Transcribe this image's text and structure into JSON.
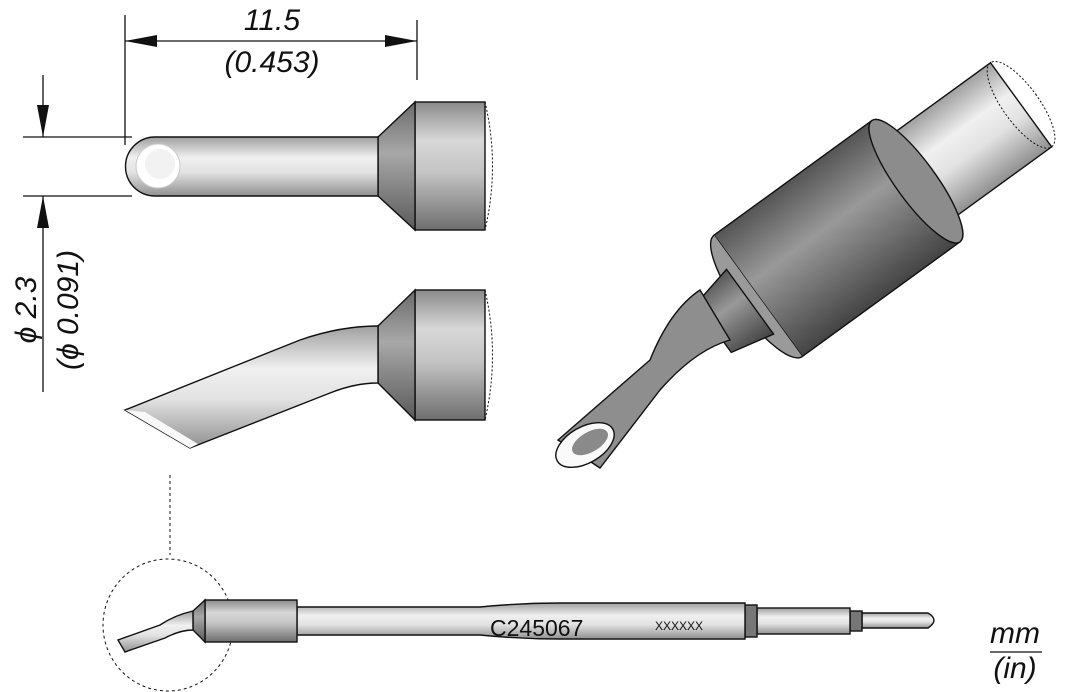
{
  "dimensions": {
    "length_mm": "11.5",
    "length_in": "(0.453)",
    "diameter_mm": "ϕ 2.3",
    "diameter_in": "(ϕ 0.091)"
  },
  "cartridge": {
    "part_number": "C245067",
    "serial_placeholder": "XXXXXX"
  },
  "units": {
    "primary": "mm",
    "secondary": "(in)"
  }
}
